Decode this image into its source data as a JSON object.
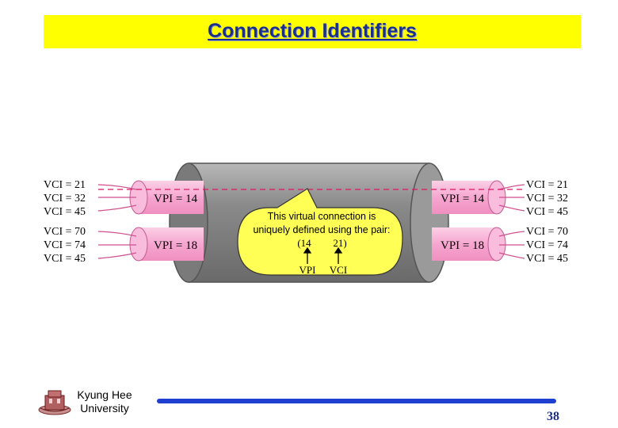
{
  "title": "Connection Identifiers",
  "diagram": {
    "left_vcis_top": [
      "VCI = 21",
      "VCI = 32",
      "VCI = 45"
    ],
    "left_vcis_bottom": [
      "VCI = 70",
      "VCI = 74",
      "VCI = 45"
    ],
    "right_vcis_top": [
      "VCI = 21",
      "VCI = 32",
      "VCI = 45"
    ],
    "right_vcis_bottom": [
      "VCI = 70",
      "VCI = 74",
      "VCI = 45"
    ],
    "vpi_top": "VPI = 14",
    "vpi_bottom": "VPI = 18",
    "callout": {
      "line1": "This virtual connection is",
      "line2": "uniquely defined using the pair:",
      "pair_open": "(14",
      "pair_close": "21)",
      "label_vpi": "VPI",
      "label_vci": "VCI"
    }
  },
  "footer": {
    "org_line1": "Kyung Hee",
    "org_line2": "University",
    "page_number": "38"
  },
  "colors": {
    "title_bg": "#ffff00",
    "title_text": "#1a2f8a",
    "pipe_pink": "#f6a6d0",
    "callout_yellow": "#ffff55",
    "dashed_line": "#d81b60",
    "footer_line": "#1f3fd0"
  }
}
